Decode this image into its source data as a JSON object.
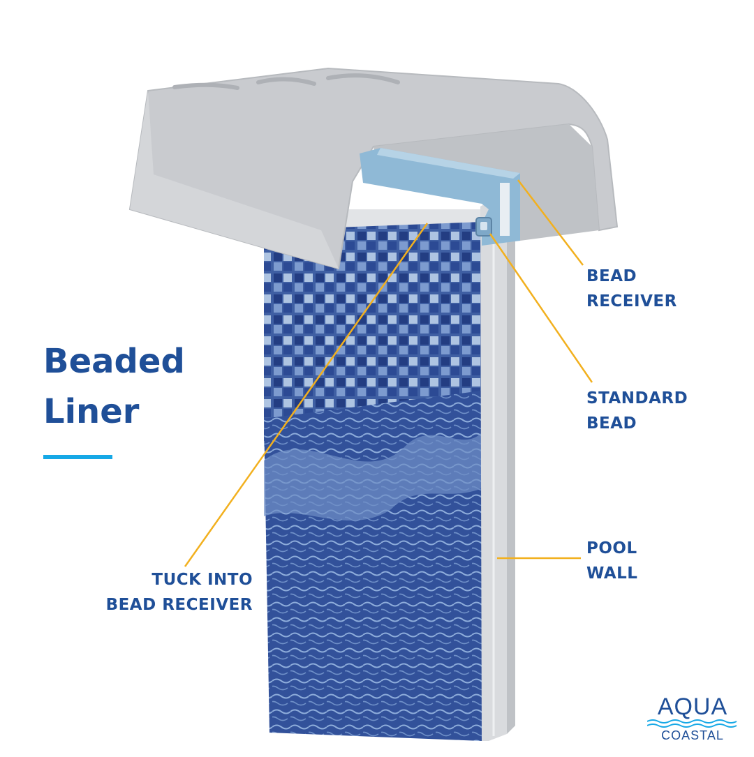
{
  "title": {
    "line1": "Beaded",
    "line2": "Liner"
  },
  "callouts": {
    "bead_receiver": [
      "BEAD",
      "RECEIVER"
    ],
    "standard_bead": [
      "STANDARD",
      "BEAD"
    ],
    "pool_wall": [
      "POOL",
      "WALL"
    ],
    "tuck_into": [
      "TUCK INTO",
      "BEAD RECEIVER"
    ]
  },
  "logo": {
    "brand": "AQUA",
    "sub": "COASTAL"
  },
  "colors": {
    "title": "#1f4f98",
    "accent_rule": "#16a8e6",
    "leader_lines": "#f2b01e",
    "coping": "#c9cbcf",
    "wall": "#d6d8db",
    "bead_receiver": "#8fb9d6",
    "liner": "#2f4c8f"
  }
}
